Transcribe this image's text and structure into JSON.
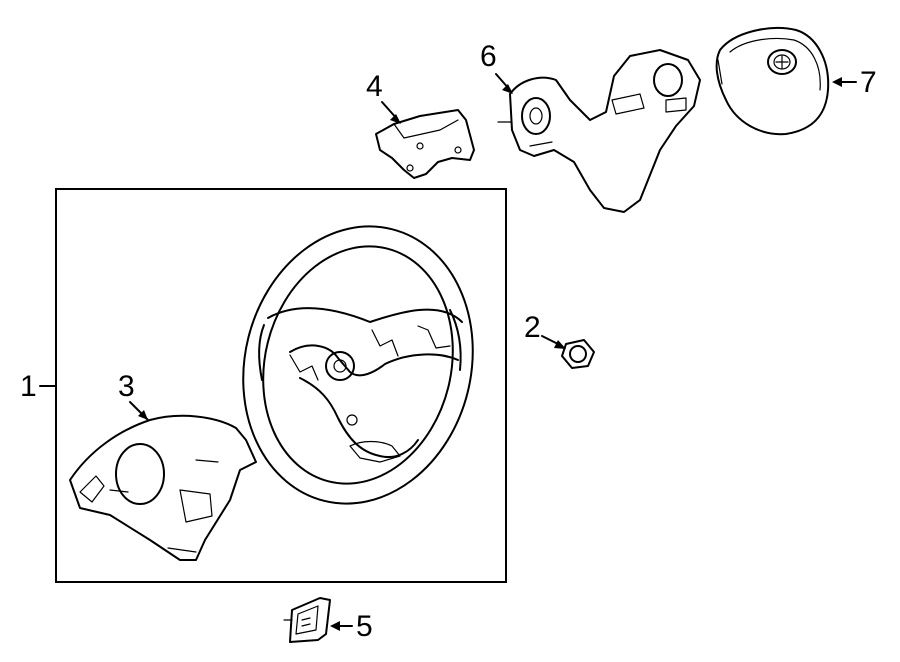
{
  "callouts": {
    "c1": "1",
    "c2": "2",
    "c3": "3",
    "c4": "4",
    "c5": "5",
    "c6": "6",
    "c7": "7"
  },
  "colors": {
    "line": "#000000",
    "background": "#ffffff"
  },
  "icons": {
    "steering-wheel": "steering-wheel-assembly-icon",
    "nut": "hex-nut-icon",
    "lower-cover": "lower-cover-icon",
    "switch-bracket": "switch-bracket-icon",
    "switch": "steering-switch-icon",
    "spoke-cover": "spoke-cover-icon",
    "airbag": "airbag-module-icon"
  }
}
